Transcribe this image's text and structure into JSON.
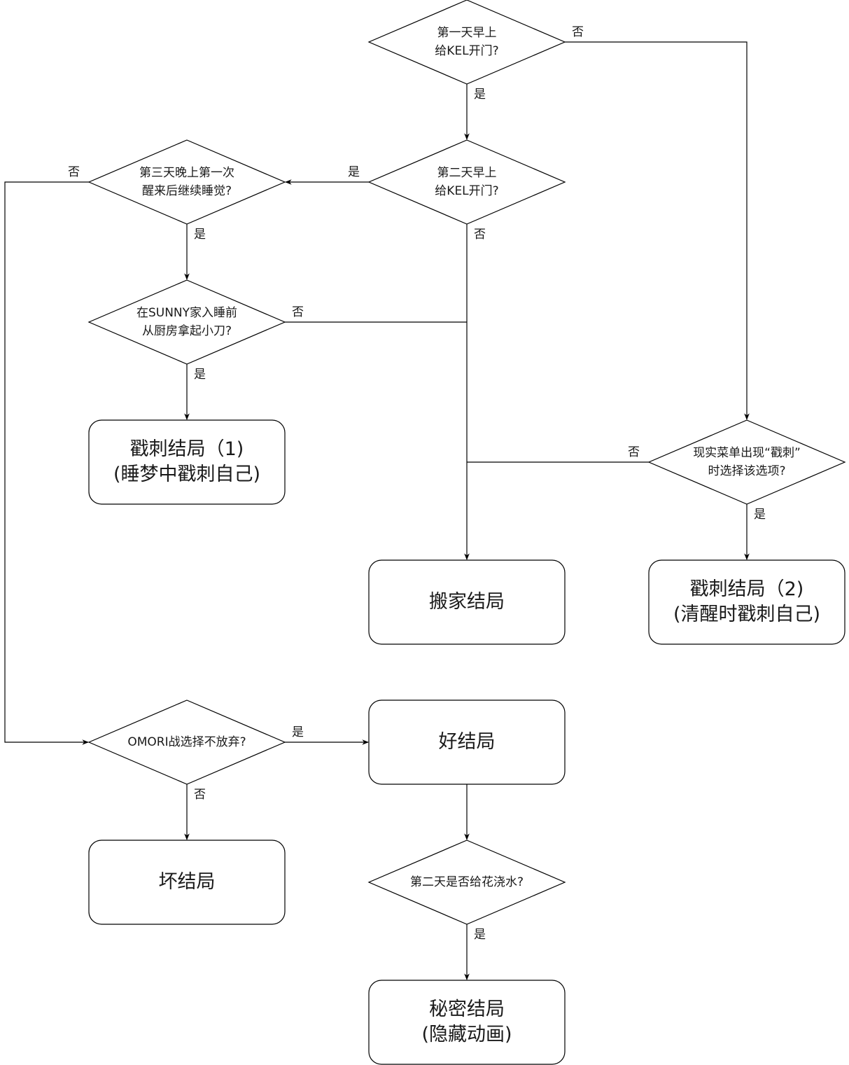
{
  "diagram": {
    "type": "flowchart",
    "colors": {
      "stroke": "#000000",
      "fill": "#ffffff",
      "text": "#1a1a1a"
    },
    "decisions": [
      {
        "id": "d1",
        "text": "第一天早上\n给KEL开门?"
      },
      {
        "id": "d2",
        "text": "第二天早上\n给KEL开门?"
      },
      {
        "id": "d3",
        "text": "第三天晚上第一次\n醒来后继续睡觉?"
      },
      {
        "id": "d4",
        "text": "在SUNNY家入睡前\n从厨房拿起小刀?"
      },
      {
        "id": "d5",
        "text": "现实菜单出现“戳刺”\n时选择该选项?"
      },
      {
        "id": "d6",
        "text": "OMORI战选择不放弃?"
      },
      {
        "id": "d7",
        "text": "第二天是否给花浇水?"
      }
    ],
    "terminals": [
      {
        "id": "r1",
        "text": "戳刺结局（1)\n(睡梦中戳刺自己)"
      },
      {
        "id": "r2",
        "text": "搬家结局"
      },
      {
        "id": "r3",
        "text": "戳刺结局（2)\n(清醒时戳刺自己)"
      },
      {
        "id": "r4",
        "text": "好结局"
      },
      {
        "id": "r5",
        "text": "坏结局"
      },
      {
        "id": "r6",
        "text": "秘密结局\n(隐藏动画)"
      }
    ],
    "edges": [
      {
        "from": "d1",
        "to": "d2",
        "label": "是"
      },
      {
        "from": "d1",
        "to": "d5",
        "label": "否"
      },
      {
        "from": "d2",
        "to": "d3",
        "label": "是"
      },
      {
        "from": "d2",
        "to": "r2",
        "label": "否"
      },
      {
        "from": "d3",
        "to": "d4",
        "label": "是"
      },
      {
        "from": "d3",
        "to": "d6",
        "label": "否"
      },
      {
        "from": "d4",
        "to": "r1",
        "label": "是"
      },
      {
        "from": "d4",
        "to": "r2",
        "label": "否"
      },
      {
        "from": "d5",
        "to": "r3",
        "label": "是"
      },
      {
        "from": "d5",
        "to": "r2",
        "label": "否"
      },
      {
        "from": "d6",
        "to": "r4",
        "label": "是"
      },
      {
        "from": "d6",
        "to": "r5",
        "label": "否"
      },
      {
        "from": "r4",
        "to": "d7",
        "label": ""
      },
      {
        "from": "d7",
        "to": "r6",
        "label": "是"
      }
    ]
  }
}
